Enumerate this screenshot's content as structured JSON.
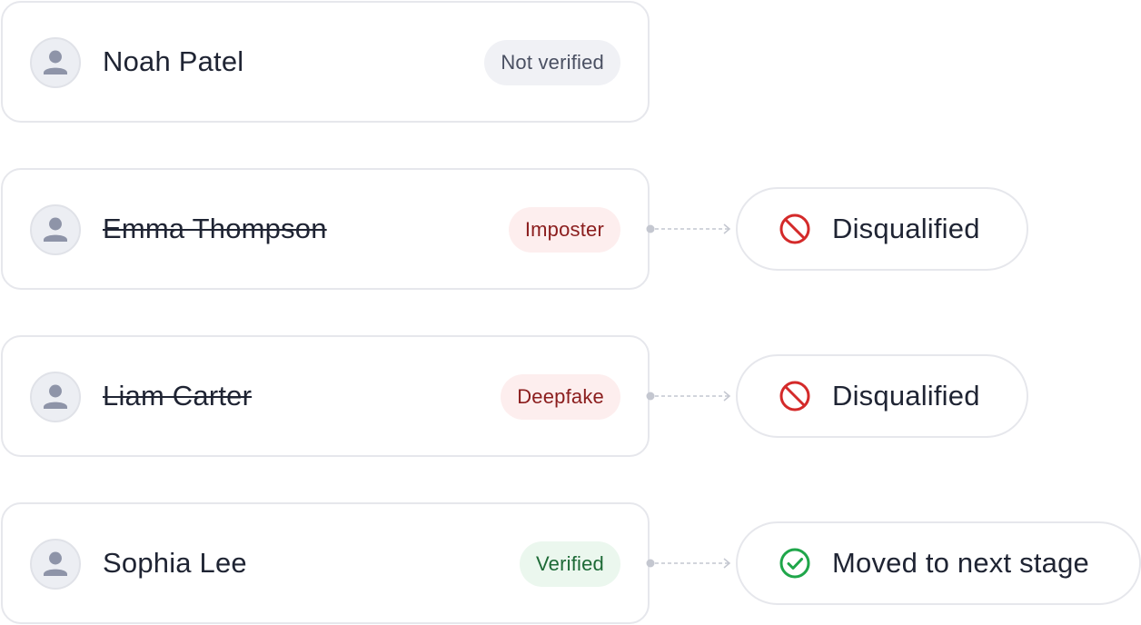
{
  "candidates": [
    {
      "name": "Noah Patel",
      "badge": "Not verified",
      "badge_tone": "neutral",
      "struck": false,
      "outcome": null
    },
    {
      "name": "Emma Thompson",
      "badge": "Imposter",
      "badge_tone": "danger",
      "struck": true,
      "outcome": {
        "label": "Disqualified",
        "icon": "prohibited-icon",
        "color": "#d42a2a"
      }
    },
    {
      "name": "Liam Carter",
      "badge": "Deepfake",
      "badge_tone": "danger",
      "struck": true,
      "outcome": {
        "label": "Disqualified",
        "icon": "prohibited-icon",
        "color": "#d42a2a"
      }
    },
    {
      "name": "Sophia Lee",
      "badge": "Verified",
      "badge_tone": "success",
      "struck": false,
      "outcome": {
        "label": "Moved to next stage",
        "icon": "check-circle-icon",
        "color": "#1fa64a"
      }
    }
  ],
  "colors": {
    "border": "#e6e7ec",
    "avatar_fill": "#8e94a8",
    "connector": "#c4c7d0"
  }
}
